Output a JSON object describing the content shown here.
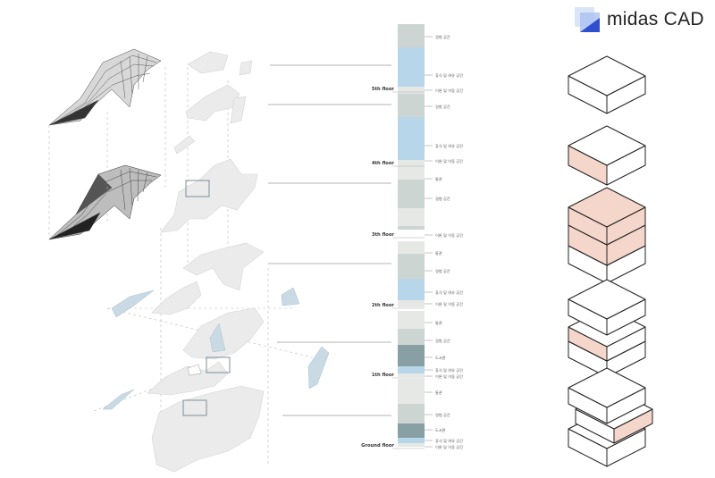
{
  "brand": {
    "name": "midas CAD",
    "colors": {
      "mark_light": "#c9d8f5",
      "mark_dark": "#2f4fd0",
      "accent_peach": "#f5d6cb"
    }
  },
  "floors": [
    {
      "name": "5th floor",
      "labels": [
        "경험 공간",
        "휴식 및 여유 공간",
        "이완 및 이동 공간"
      ]
    },
    {
      "name": "4th floor",
      "labels": [
        "경험 공간",
        "휴식 및 여유 공간",
        "이완 및 이동 공간"
      ]
    },
    {
      "name": "3th floor",
      "labels": [
        "통관",
        "경험 공간",
        "이완 및 이동 공간"
      ]
    },
    {
      "name": "2th floor",
      "labels": [
        "통관",
        "경험 공간",
        "휴식 및 여유 공간",
        "이완 및 이동 공간"
      ]
    },
    {
      "name": "1th floor",
      "labels": [
        "통관",
        "경험 공간",
        "도서관",
        "휴식 및 여유 공간",
        "이완 및 이동 공간"
      ]
    },
    {
      "name": "Ground floor",
      "labels": [
        "통관",
        "경험 공간",
        "도서관",
        "휴식 및 여유 공간",
        "이완 및 이동 공간"
      ]
    }
  ],
  "colors": {
    "grey_light": "#e6e8e6",
    "grey_mid": "#cdd5d3",
    "blue_light": "#b8d6e9",
    "slate": "#88a0a4",
    "plan_fill": "#ebebeb",
    "plan_blue": "#c9dae4"
  }
}
